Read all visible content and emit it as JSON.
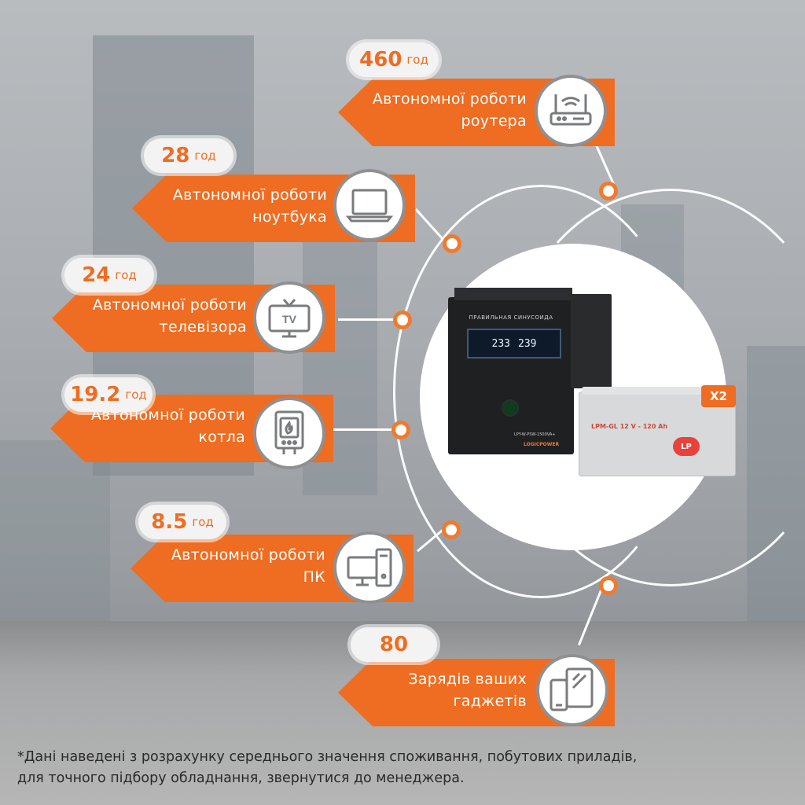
{
  "items": [
    {
      "value": "460",
      "unit": "год",
      "line1": "Автономної роботи",
      "line2": "роутера",
      "icon": "router-icon"
    },
    {
      "value": "28",
      "unit": "год",
      "line1": "Автономної роботи",
      "line2": "ноутбука",
      "icon": "laptop-icon"
    },
    {
      "value": "24",
      "unit": "год",
      "line1": "Автономної роботи",
      "line2": "телевізора",
      "icon": "tv-icon",
      "icon_text": "TV"
    },
    {
      "value": "19.2",
      "unit": "год",
      "line1": "Автономної роботи",
      "line2": "котла",
      "icon": "boiler-icon"
    },
    {
      "value": "8.5",
      "unit": "год",
      "line1": "Автономної роботи",
      "line2": "ПК",
      "icon": "pc-icon"
    },
    {
      "value": "80",
      "unit": "",
      "line1": "Зарядів ваших",
      "line2": "гаджетів",
      "icon": "gadgets-icon"
    }
  ],
  "product": {
    "inverter_label": "ПРАВИЛЬНАЯ СИНУСОИДА",
    "inverter_display_1": "233",
    "inverter_display_2": "239",
    "inverter_model": "LPY-W-PSW-1500VA+",
    "inverter_brand": "LOGICPOWER",
    "battery_model": "LPM-GL 12 V - 120 Ah",
    "battery_brand": "LP",
    "quantity_badge": "X2"
  },
  "footnote": {
    "line1": "*Дані наведені з розрахунку середнього значення споживання, побутових приладів,",
    "line2": "для точного підбору обладнання, звернутися до менеджера."
  },
  "colors": {
    "accent": "#ee6d22",
    "icon_border": "#8f9092",
    "text_dark": "#2a2a2a"
  }
}
